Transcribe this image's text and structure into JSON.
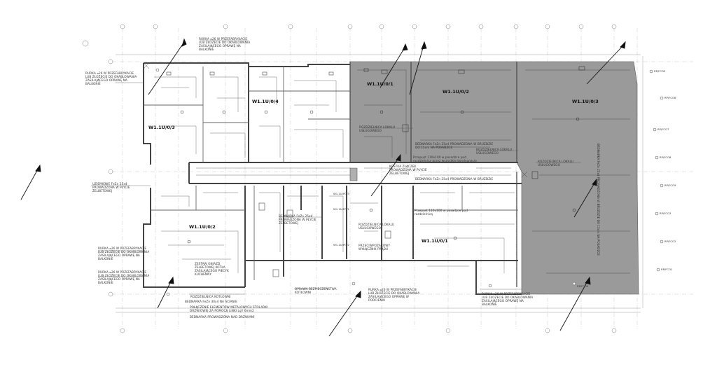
{
  "rooms": {
    "r1": "W1.1U/0/3",
    "r2": "W1.1U/0/4",
    "r3": "W1.1U/0/2",
    "r4": "W1.1U/0/1",
    "r5": "W1.1U/0/1",
    "r6": "W1.1U/0/2",
    "r7": "W1.1U/0/3"
  },
  "notes": {
    "n1": "RURKA ⌀26 W PRZEFABRYKACIE\nLUB ZŁOŻECIE DO OKABLOWANIA\nZASILAJĄCEGO OPRAWĘ NA\nBALKONIE",
    "n2": "RURKA ⌀26 W PRZEFABRYKACIE\nLUB ZŁOŻECIE DO OKABLOWANIA\nZASILAJĄCEGO OPRAWĘ NA\nBALKONIE",
    "n3": "UZIEMIENIE FeZn 25x4\nPROWADZONA W PŁYCIE\nŻELBETOWEJ",
    "n4": "RURKA ⌀26 W PRZEFABRYKACIE\nLUB ZŁOŻECIE DO OKABLOWANIA\nZASILAJĄCEGO OPRAWĘ NA\nBALKONIE",
    "n5": "RURKA ⌀26 W PRZEFABRYKACIE\nLUB ZŁOŻECIE DO OKABLOWANIA\nZASILAJĄCEGO OPRAWĘ NA\nBALKONIE",
    "n6": "ROZDZIELNICA KOTŁOWNI",
    "n7": "BEDNARKA FeZn 30x4 NA ŚCIANIE",
    "n8": "POŁĄCZENIE ELEMENTÓW METALOWYCH STOLARKI\nDRZWIOWEJ ZA POMOCĄ LINKI LgY 6mm2",
    "n9": "BEDNARKA PROWADZONA NAD DRZWIAMI",
    "n10": "ROZDZIELNICA LOKALU\nUSŁUGOWEGO",
    "n11": "ROZDZIELNICA LOKALU\nUSŁUGOWEGO",
    "n12": "ROZDZIELNICA LOKALU\nUSŁUGOWEGO",
    "n13": "BEDNARKA FeZn 25x4\nPROWADZONA W PŁYCIE\nŻELBETOWEJ",
    "n14": "PRZECIWPOŻAROWY\nWYŁĄCZNIK PRĄDU",
    "n15": "RURKA ⌀26 W PRZEFABRYKACIE\nLUB ZŁOŻECIE DO OKABLOWANIA\nZASILAJĄCEGO OPRAWĘ W\nPODCIENIU",
    "n16": "RURKA ⌀26 W PRZEFABRYKACIE\nLUB ZŁOŻECIE DO OKABLOWANIA\nZASILAJĄCEGO OPRAWĘ NA\nBALKONIE",
    "n17": "OPRAWA BEZPIECZEŃSTWA\nKOTŁOWNI",
    "n18": "ROZDZIELNICA LOKALU\nUSŁUGOWEGO",
    "n19": "BEDNARKA FeZn 25x4 PROWADZONA W BRUZDZIE\nDO 15cm NA POSADZCE",
    "n20": "BEDNARKA FeZn 25x4 PROWADZONA W BRUZDZIE",
    "n21": "ZESTAW GNIAZD\nŻELBETOWEJ KOTŁA\nZASILAJĄCEGO PIECYK\nKUCHENNY",
    "n22": "KOSTKA ZŁĄCZEK\nPROWADZONA W PŁYCIE\nŻELBETOWEJ",
    "n23": "Przepust 110x100 w posadzce pod\nrozdzielnicą przez wszystkie kondygnacje",
    "n24": "Przepust 110x100 w posadzce pod\nrozdzielnicą"
  },
  "vertical": {
    "v1": "BEDNARKA FeZn 25x4 PROWADZONA W BRUZDZIE\nDO 15cm NA POSADZCE"
  },
  "tags": {
    "t1": "RP/FCO5",
    "t2": "RP/FCO6",
    "t3": "RP/FCO7",
    "t4": "RP/FCO8",
    "t5": "RP/FCO9",
    "t6": "RP/FCO3",
    "t7": "RP/FCO2",
    "t8": "RP/FCO1",
    "t9": "RP/FCO4",
    "t10": "W1.1U/PO/1",
    "t11": "W1.1U/PO/2",
    "t12": "W1.1U/PO/3"
  }
}
